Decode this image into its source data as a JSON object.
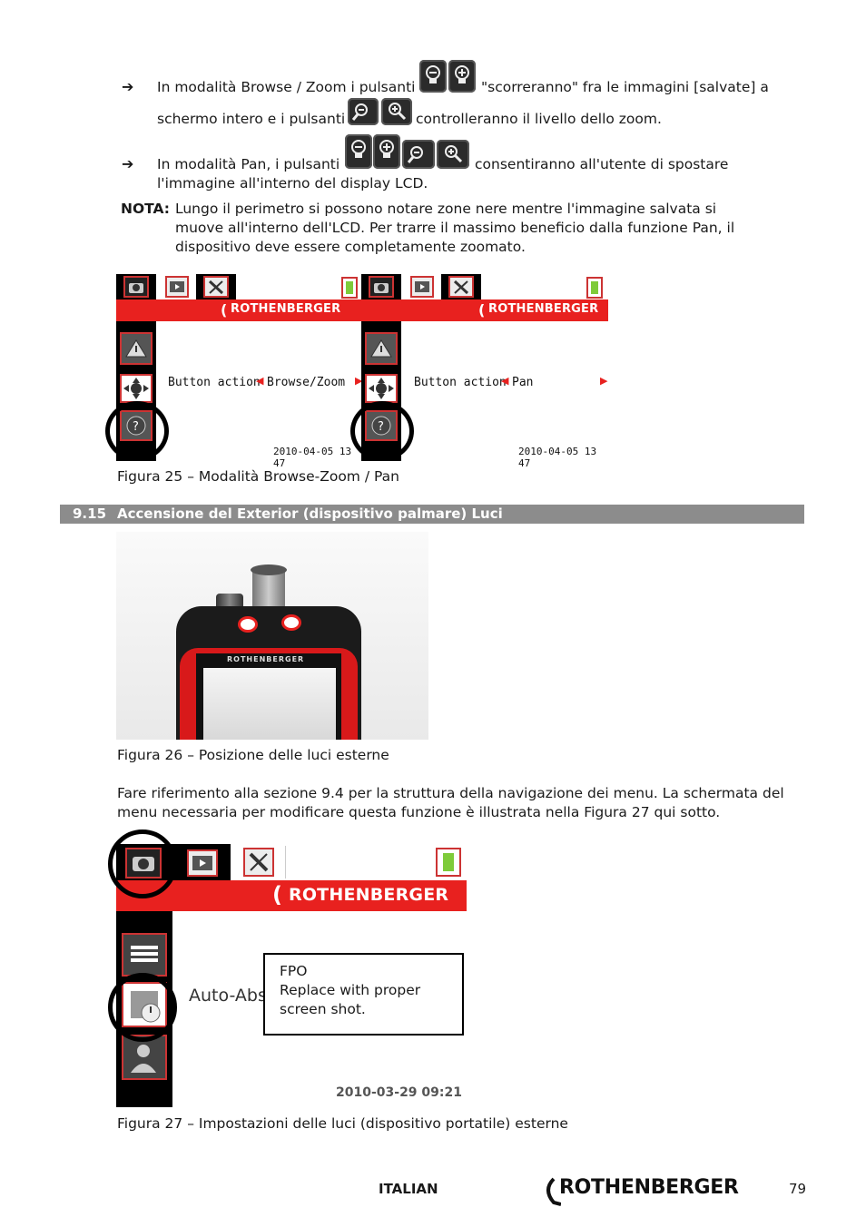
{
  "bullets": {
    "b1_part1": "In modalità Browse / Zoom i pulsanti",
    "b1_part2": "\"scorreranno\" fra le immagini [salvate] a",
    "b1_part3": "schermo intero e i pulsanti",
    "b1_part4": "controlleranno il livello dello zoom.",
    "b2_part1": "In modalità Pan, i pulsanti",
    "b2_part2": "consentiranno all'utente di spostare",
    "b2_part3": "l'immagine all'interno del display LCD.",
    "arrow_glyph": "➔"
  },
  "note": {
    "label": "NOTA:",
    "line1": "Lungo il perimetro si possono notare zone nere mentre l'immagine salvata si",
    "line2": "muove all'interno dell'LCD. Per trarre il massimo beneficio dalla funzione Pan, il",
    "line3": "dispositivo deve essere completamente zoomato."
  },
  "fig25": {
    "left": {
      "brand": "ROTHENBERGER",
      "button_action": "Button action",
      "mode": "Browse/Zoom",
      "datetime": "2010-04-05 13 47"
    },
    "right": {
      "brand": "ROTHENBERGER",
      "button_action": "Button action",
      "mode": "Pan",
      "datetime": "2010-04-05 13 47"
    },
    "caption": "Figura 25 – Modalità Browse-Zoom / Pan"
  },
  "section": {
    "number": "9.15",
    "title": "Accensione del Exterior (dispositivo palmare) Luci"
  },
  "fig26": {
    "device_brand": "ROTHENBERGER",
    "caption": "Figura 26 – Posizione delle luci esterne"
  },
  "paragraph": {
    "line1": "Fare riferimento alla sezione 9.4 per la struttura della navigazione dei menu. La schermata del",
    "line2": "menu necessaria per modificare questa funzione è illustrata nella Figura 27 qui sotto."
  },
  "fig27": {
    "brand": "ROTHENBERGER",
    "menu_label": "Auto-Abs",
    "datetime": "2010-03-29 09:21",
    "fpo_line1": "FPO",
    "fpo_line2": "Replace with proper",
    "fpo_line3": "screen shot.",
    "caption": "Figura 27 – Impostazioni delle luci (dispositivo portatile) esterne"
  },
  "footer": {
    "language": "ITALIAN",
    "brand": "ROTHENBERGER",
    "page_number": "79"
  },
  "colors": {
    "brand_red": "#e8211f",
    "section_grey": "#8c8c8c"
  }
}
